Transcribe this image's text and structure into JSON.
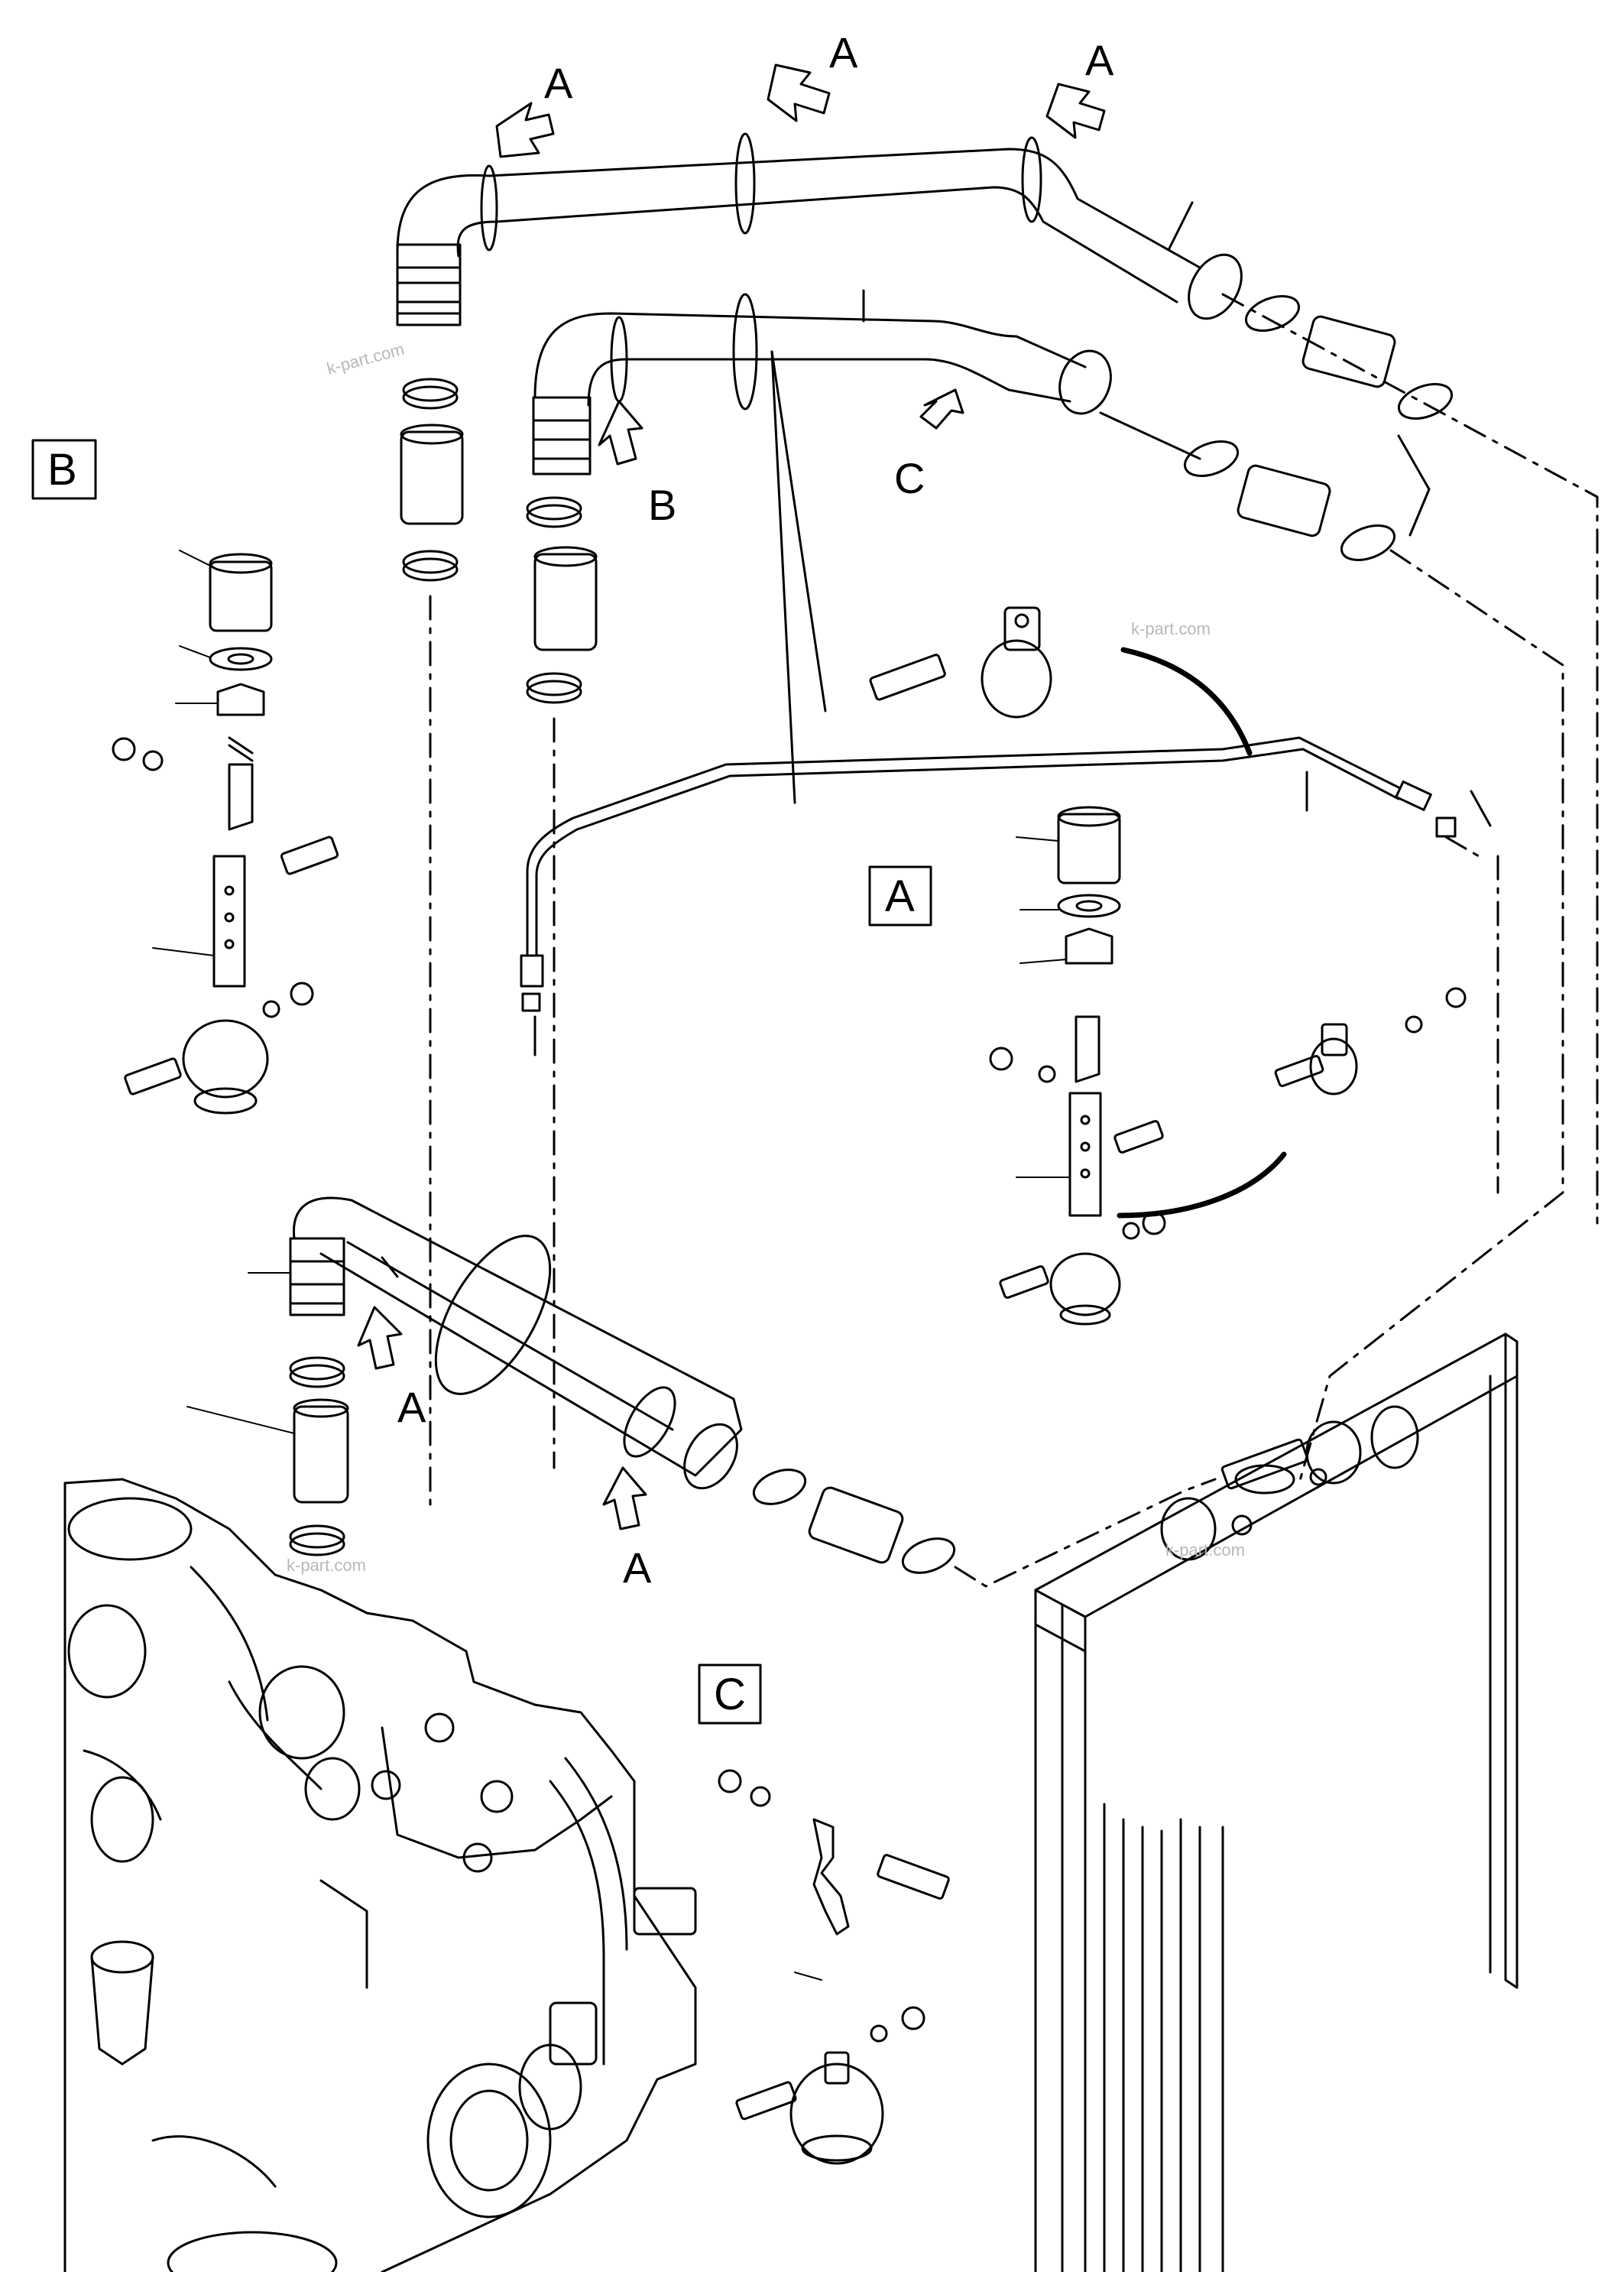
{
  "diagram": {
    "view_letters": {
      "a": "A",
      "b": "B",
      "c": "C"
    },
    "detail_boxes": {
      "a": "A",
      "b": "B",
      "c": "C"
    },
    "watermark": "k-part.com"
  }
}
